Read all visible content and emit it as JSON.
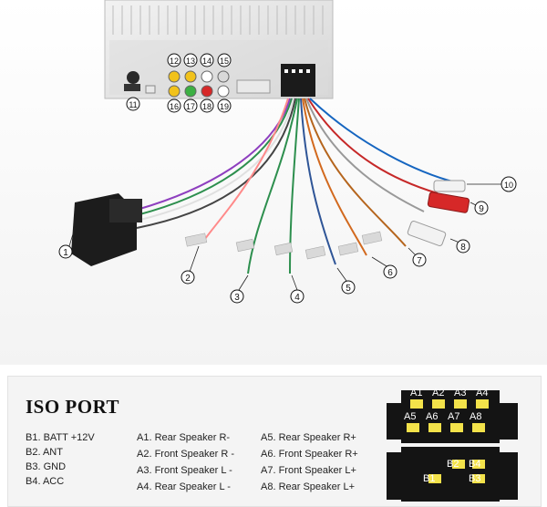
{
  "callouts": [
    "1",
    "2",
    "3",
    "4",
    "5",
    "6",
    "7",
    "8",
    "9",
    "10",
    "11",
    "12",
    "13",
    "14",
    "15",
    "16",
    "17",
    "18",
    "19"
  ],
  "iso_port": {
    "title": "ISO PORT",
    "b_column": [
      "B1. BATT +12V",
      "B2. ANT",
      "B3. GND",
      "B4. ACC"
    ],
    "a_column_left": [
      "A1.  Rear Speaker R-",
      "A2.  Front Speaker R -",
      "A3.  Front Speaker L -",
      "A4.  Rear Speaker L -"
    ],
    "a_column_right": [
      "A5.  Rear Speaker R+",
      "A6.  Front Speaker R+",
      "A7.  Front Speaker L+",
      "A8.  Rear Speaker L+"
    ]
  },
  "connector_pins": {
    "top_row": [
      "A1",
      "A2",
      "A3",
      "A4"
    ],
    "second_row": [
      "A5",
      "A6",
      "A7",
      "A8"
    ],
    "b_top": [
      "B2",
      "B4"
    ],
    "b_bottom": [
      "B1",
      "B3"
    ]
  }
}
